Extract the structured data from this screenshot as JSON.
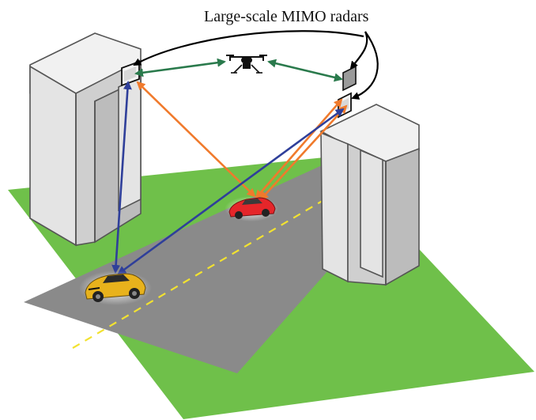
{
  "figure": {
    "caption": "Large-scale MIMO radars",
    "colors": {
      "ground": "#6fc04a",
      "road": "#8a8a8a",
      "lane_marking": "#f2e230",
      "radar_to_uav_link": "#2a7a4c",
      "radar_to_red_car_link": "#f07a2c",
      "radar_to_yellow_car_link": "#2f3f9a",
      "red_car": "#e5262a",
      "yellow_car": "#e8b21c"
    },
    "icons": [
      "building-left",
      "building-right",
      "radar-panel",
      "uav-drone",
      "red-car",
      "yellow-car"
    ]
  }
}
